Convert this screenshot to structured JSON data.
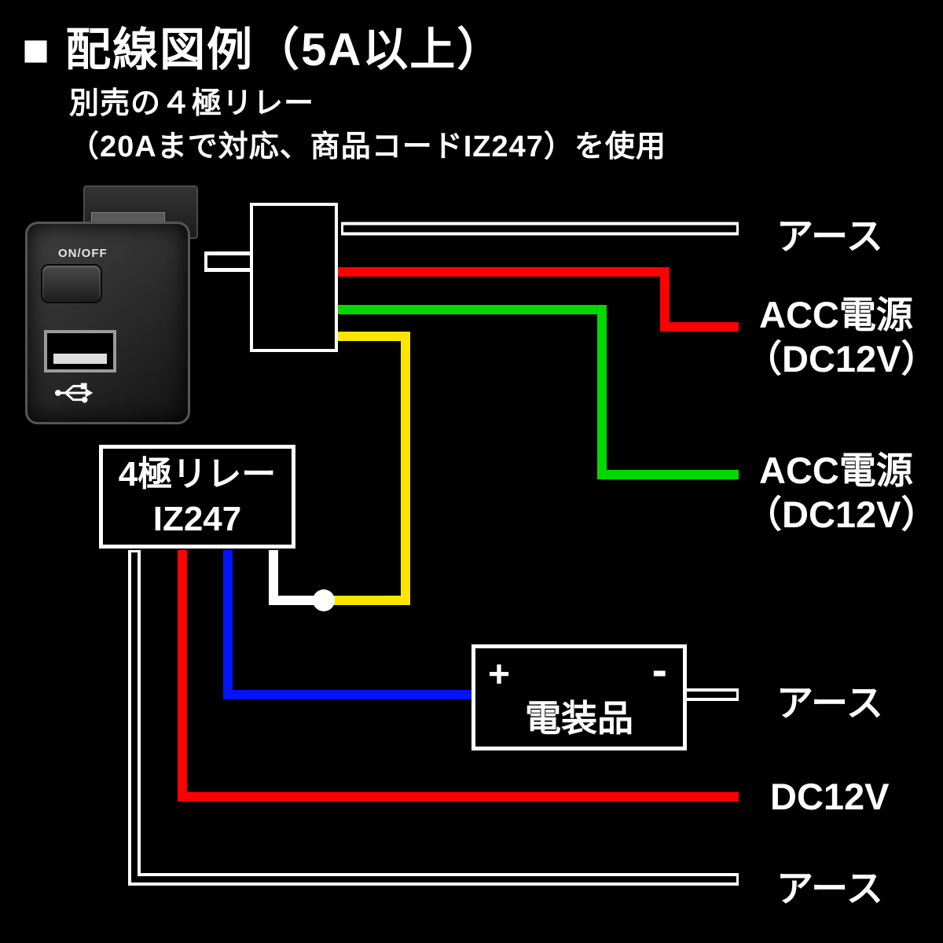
{
  "title": "■ 配線図例（5A以上）",
  "subtitle": {
    "line1": "別売の４極リレー",
    "line2": "（20Aまで対応、商品コードIZ247）を使用"
  },
  "product": {
    "switch_label": "ON/OFF",
    "icons": [
      "usb-trident-icon"
    ]
  },
  "relay_box": {
    "line1": "4極リレー",
    "line2": "IZ247"
  },
  "component_box": {
    "plus": "+",
    "minus": "-",
    "label": "電装品"
  },
  "labels": {
    "ground_top": "アース",
    "acc_top": {
      "line1": "ACC電源",
      "line2": "（DC12V）"
    },
    "acc_bottom": {
      "line1": "ACC電源",
      "line2": "（DC12V）"
    },
    "ground_mid": "アース",
    "dc12v": "DC12V",
    "ground_bottom": "アース"
  },
  "wire_colors": {
    "white": "#ffffff",
    "red": "#ff0000",
    "green": "#00d800",
    "yellow": "#ffe400",
    "blue": "#0014ff",
    "background": "#000000"
  }
}
